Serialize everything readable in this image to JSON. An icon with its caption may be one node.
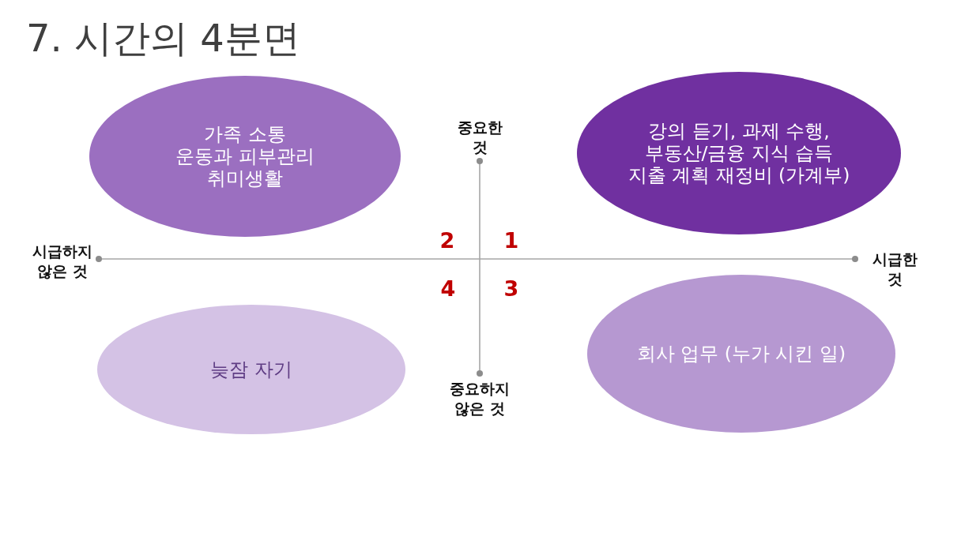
{
  "diagram": {
    "title": "7. 시간의 4분면",
    "nodes": [
      {
        "text": [
          "가족 소통",
          "운동과 피부관리",
          "취미생활"
        ]
      },
      {
        "text": [
          "강의 듣기, 과제 수행,",
          "부동산/금융 지식 습득",
          "지출 계획 재정비 (가계부)"
        ]
      },
      {
        "text": [
          "늦잠 자기"
        ]
      },
      {
        "text": [
          "회사 업무 (누가 시킨 일)"
        ]
      }
    ],
    "labels": [
      "중요한 것",
      "2",
      "1",
      "시급하지 않은 것",
      "시급한 것",
      "4",
      "3",
      "중요하지 않은 것"
    ]
  }
}
